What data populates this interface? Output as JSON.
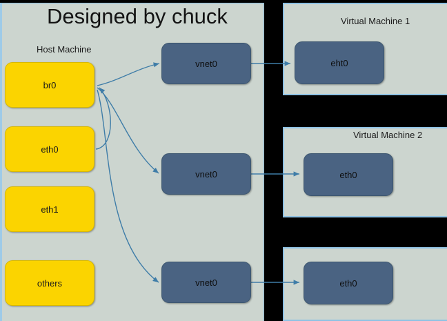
{
  "diagram": {
    "title": "Designed by chuck",
    "background_color": "#ccd5cf",
    "divider_color": "#000000",
    "accent_blue": "#4a6382",
    "accent_yellow": "#fbd400",
    "arrow_color": "#3f7da8"
  },
  "host": {
    "label": "Host Machine",
    "interfaces": [
      {
        "name": "br0"
      },
      {
        "name": "eth0"
      },
      {
        "name": "eth1"
      },
      {
        "name": "others"
      }
    ],
    "vnets": [
      {
        "name": "vnet0"
      },
      {
        "name": "vnet0"
      },
      {
        "name": "vnet0"
      }
    ]
  },
  "virtual_machines": [
    {
      "label": "Virtual Machine 1",
      "interface": "eht0"
    },
    {
      "label": "Virtual Machine 2",
      "interface": "eth0"
    },
    {
      "label": "",
      "interface": "eth0"
    }
  ]
}
